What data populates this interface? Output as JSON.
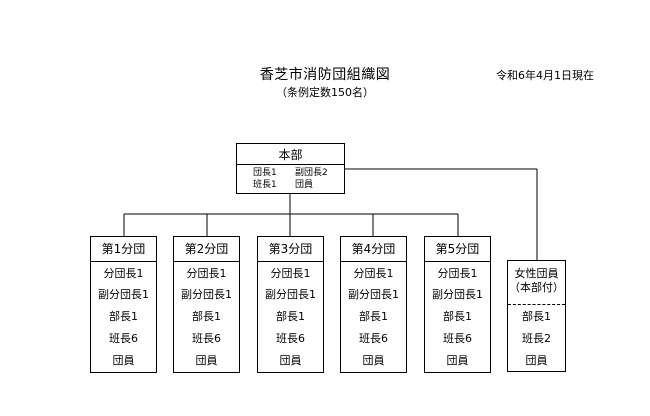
{
  "header": {
    "title": "香芝市消防団組織図",
    "subtitle": "（条例定数150名）",
    "date": "令和6年4月1日現在"
  },
  "hq": {
    "title": "本部",
    "rows": [
      [
        "団長1",
        "副団長2"
      ],
      [
        "班長1",
        "団員"
      ]
    ]
  },
  "units": [
    {
      "name": "第1分団",
      "items": [
        "分団長1",
        "副分団長1",
        "部長1",
        "班長6",
        "団員"
      ]
    },
    {
      "name": "第2分団",
      "items": [
        "分団長1",
        "副分団長1",
        "部長1",
        "班長6",
        "団員"
      ]
    },
    {
      "name": "第3分団",
      "items": [
        "分団長1",
        "副分団長1",
        "部長1",
        "班長6",
        "団員"
      ]
    },
    {
      "name": "第4分団",
      "items": [
        "分団長1",
        "副分団長1",
        "部長1",
        "班長6",
        "団員"
      ]
    },
    {
      "name": "第5分団",
      "items": [
        "分団長1",
        "副分団長1",
        "部長1",
        "班長6",
        "団員"
      ]
    }
  ],
  "women": {
    "title_line1": "女性団員",
    "title_line2": "（本部付）",
    "items": [
      "部長1",
      "班長2",
      "団員"
    ]
  }
}
